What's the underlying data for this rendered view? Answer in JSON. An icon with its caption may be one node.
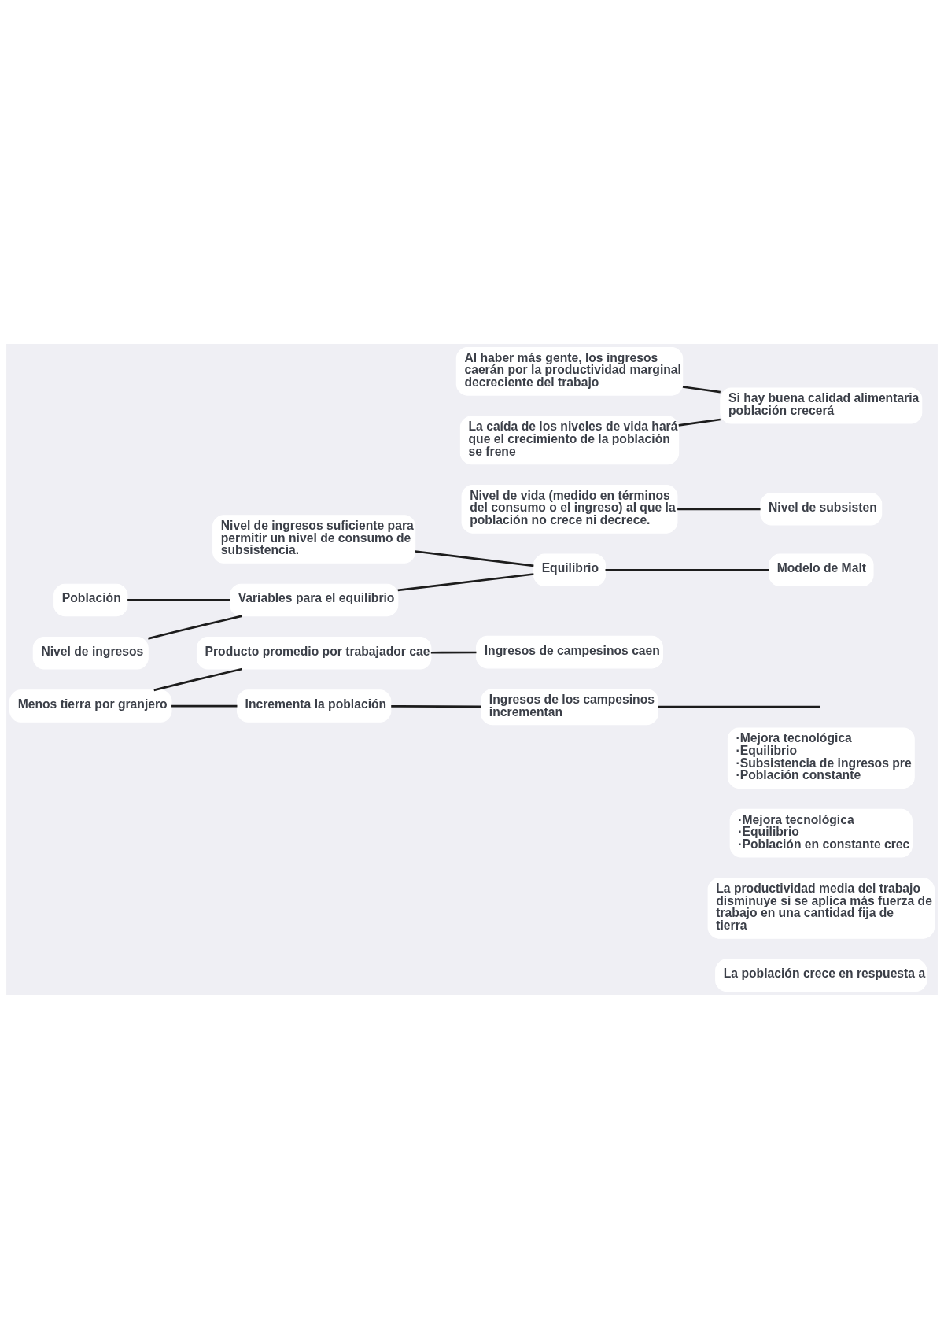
{
  "diagram": {
    "nodes": [
      {
        "text": [
          "Al haber más gente, los ingresos caerán por la productividad marginal decreciente del trabajo"
        ]
      },
      {
        "text": [
          "La caída de los niveles de vida hará que el crecimiento de la población se frene"
        ]
      },
      {
        "text": [
          "Si hay buena calidad alimentaria población crecerá"
        ]
      },
      {
        "text": [
          "Nivel de vida (medido en términos del consumo o el ingreso) al que la población no crece ni decrece."
        ]
      },
      {
        "text": [
          "Nivel de subsisten"
        ]
      },
      {
        "text": [
          "Nivel de ingresos suficiente para permitir un nivel de consumo de subsistencia."
        ]
      },
      {
        "text": [
          "Equilibrio"
        ]
      },
      {
        "text": [
          "Modelo de Malt"
        ]
      },
      {
        "text": [
          "Población"
        ]
      },
      {
        "text": [
          "Variables para el equilibrio"
        ]
      },
      {
        "text": [
          "Nivel de ingresos"
        ]
      },
      {
        "text": [
          "Incrementa la población"
        ]
      },
      {
        "text": [
          "Ingresos de los campesinos incrementan"
        ]
      },
      {
        "text": [
          "Menos tierra por granjero"
        ]
      },
      {
        "text": [
          "Producto promedio por trabajador cae"
        ]
      },
      {
        "text": [
          "Ingresos de campesinos caen"
        ]
      },
      {
        "text": [
          "·Mejora tecnológica",
          "·Equilibrio",
          "·Subsistencia de ingresos pre",
          "·Población constante"
        ]
      },
      {
        "text": [
          "·Mejora tecnológica",
          "·Equilibrio",
          "·Población en constante crec"
        ]
      },
      {
        "text": [
          "La productividad media del trabajo disminuye si se aplica más fuerza de trabajo en una cantidad fija de tierra"
        ]
      },
      {
        "text": [
          "La población crece en respuesta a"
        ]
      }
    ],
    "edges": [
      {
        "from": 2,
        "to": 0,
        "arrow": "none"
      },
      {
        "from": 2,
        "to": 1,
        "arrow": "none"
      },
      {
        "from": 4,
        "to": 3,
        "arrow": "none"
      },
      {
        "from": 7,
        "to": 6,
        "arrow": "none"
      },
      {
        "from": 6,
        "to": 5,
        "arrow": "none"
      },
      {
        "from": 6,
        "to": 9,
        "arrow": "none"
      },
      {
        "from": 9,
        "to": 8,
        "arrow": "none"
      },
      {
        "from": 9,
        "to": 10,
        "arrow": "none"
      },
      {
        "from": 12,
        "to": 11,
        "arrow": "none"
      },
      {
        "from": 11,
        "to": 13,
        "arrow": "none"
      },
      {
        "from": 14,
        "to": 13,
        "arrow": "none"
      },
      {
        "from": 15,
        "to": 14,
        "arrow": "none"
      },
      {
        "from": 12,
        "to": null,
        "arrow": "none"
      }
    ]
  }
}
